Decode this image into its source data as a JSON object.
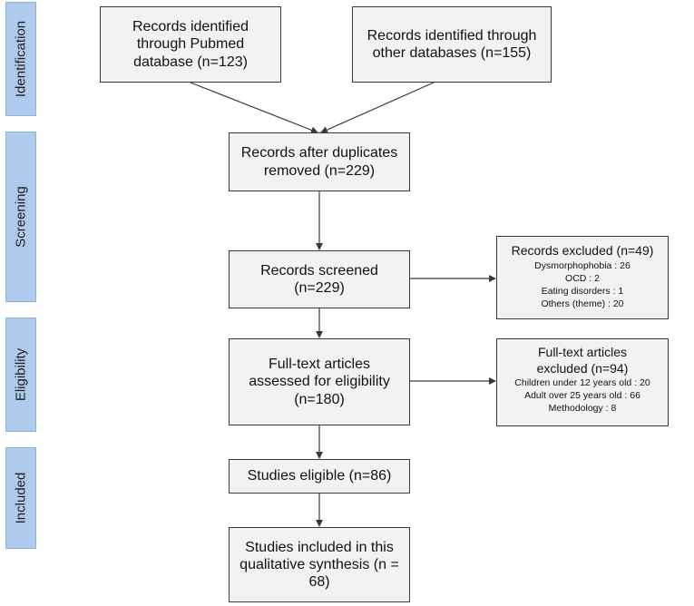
{
  "phases": {
    "identification": "Identification",
    "screening": "Screening",
    "eligibility": "Eligibility",
    "included": "Included"
  },
  "boxes": {
    "pubmed": "Records identified through Pubmed database (n=123)",
    "other_databases": "Records identified through other databases (n=155)",
    "after_duplicates": "Records after duplicates removed (n=229)",
    "screened": "Records screened (n=229)",
    "full_text": "Full-text articles assessed for eligibility (n=180)",
    "eligible": "Studies eligible (n=86)",
    "included": "Studies included in this qualitative synthesis (n = 68)"
  },
  "excluded_records": {
    "title": "Records excluded (n=49)",
    "items": [
      "Dysmorphophobia : 26",
      "OCD : 2",
      "Eating disorders : 1",
      "Others (theme) : 20"
    ]
  },
  "excluded_full_text": {
    "title": "Full-text articles excluded (n=94)",
    "items": [
      "Children under 12 years old : 20",
      "Adult over 25 years old : 66",
      "Methodology : 8"
    ]
  },
  "colors": {
    "phase_fill": "#aecbed",
    "box_fill": "#f2f2f2",
    "line": "#3a3a3a"
  }
}
